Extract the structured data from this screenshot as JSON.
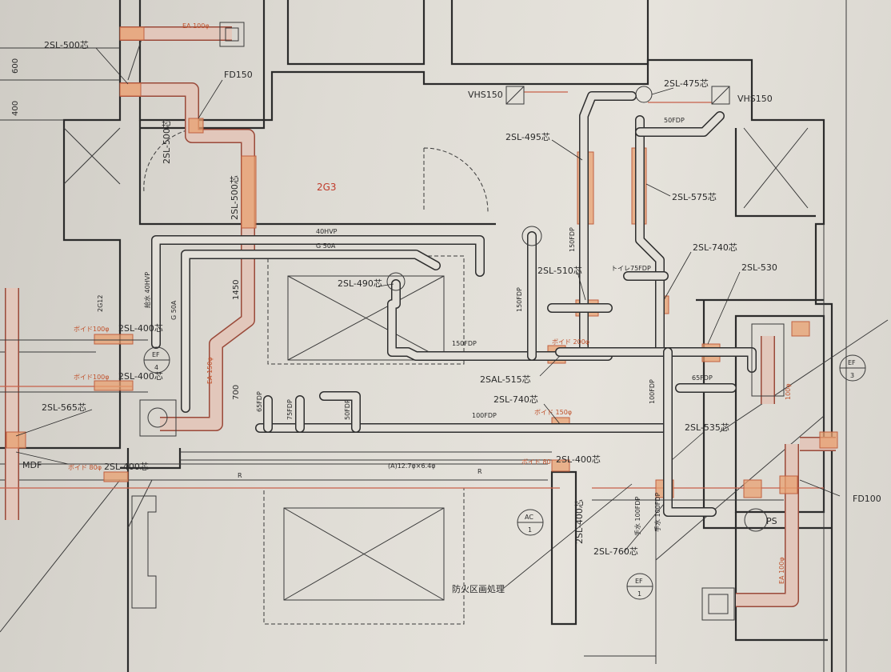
{
  "room": {
    "name": "2G3",
    "label_2g12": "2G12",
    "mdf": "MDF",
    "ps": "PS",
    "fire_note": "防火区画処理"
  },
  "dimensions": {
    "d600": "600",
    "d400": "400",
    "d1450": "1450",
    "d700": "700"
  },
  "sleeves": [
    "2SL-500芯",
    "2SL-500芯",
    "2SL-500芯",
    "2SL-475芯",
    "2SL-495芯",
    "2SL-575芯",
    "2SL-740芯",
    "2SL-530",
    "2SL-490芯",
    "2SL-510芯",
    "2SL-400芯",
    "2SL-400芯",
    "2SL-565芯",
    "2SL-400芯",
    "2SAL-515芯",
    "2SL-740芯",
    "2SL-535芯",
    "2SL-400芯",
    "2SL-400芯",
    "2SL-760芯"
  ],
  "equipment": {
    "vhs_left": "VHS150",
    "vhs_right": "VHS150",
    "fd150": "FD150",
    "fd100": "FD100",
    "ea_top": "EA 100φ",
    "ea_150": "EA 150φ",
    "ea_100_right": "EA 100φ",
    "ef4": "EF",
    "ef4_num": "4",
    "ef3": "EF",
    "ef3_num": "3",
    "ac1": "AC",
    "ac1_num": "1",
    "ef1": "EF",
    "ef1_num": "1"
  },
  "pipes": {
    "hvp40": "40HVP",
    "g50a": "G 50A",
    "g50a_v": "G 50A",
    "water": "給水 40HVP",
    "fdp150": "150FDP",
    "fdp150_v": "150FDP",
    "fdp150_v2": "150FDP",
    "fdp100": "100FDP",
    "fdp100_v": "100FDP",
    "fdp65": "65FDP",
    "fdp75": "75FDP",
    "fdp50": "50FDP",
    "fdp50_top": "50FDP",
    "fdp65_r": "65FDP",
    "toilet75": "トイレ75FDP",
    "cable": "(A)12.7φ×6.4φ",
    "r1": "R",
    "r2": "R",
    "wash": "手水 100FDP",
    "wash2": "手水 100FDP",
    "d100": "100φ"
  },
  "voids": {
    "v100a": "ボイド100φ",
    "v100b": "ボイド100φ",
    "v80": "ボイド 80φ",
    "v80b": "ボイド 80",
    "v150": "ボイド 150φ",
    "v200": "ボイド 200φ"
  }
}
